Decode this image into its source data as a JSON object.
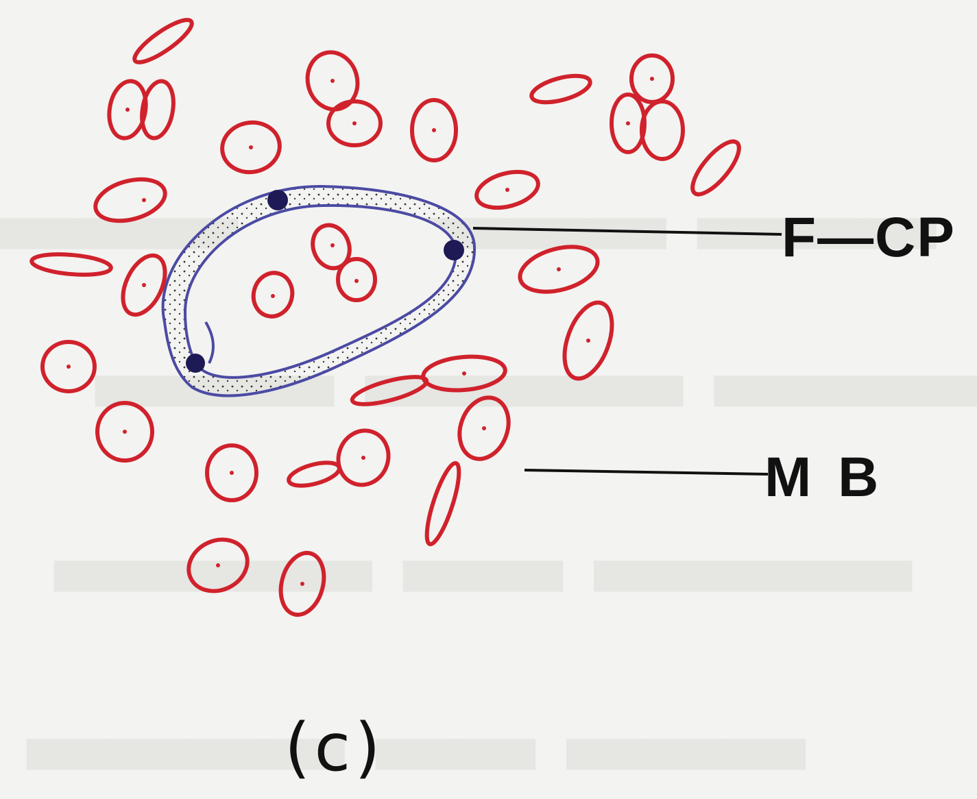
{
  "figure": {
    "panel_label": "(c)",
    "labels": {
      "f_cp": "F—CP",
      "mb": "M B"
    },
    "colors": {
      "cells": "#d0222c",
      "capillary": "#4b4aa3",
      "nuclei": "#1e1a55",
      "leader_lines": "#111111",
      "background": "#f3f3f1"
    }
  }
}
